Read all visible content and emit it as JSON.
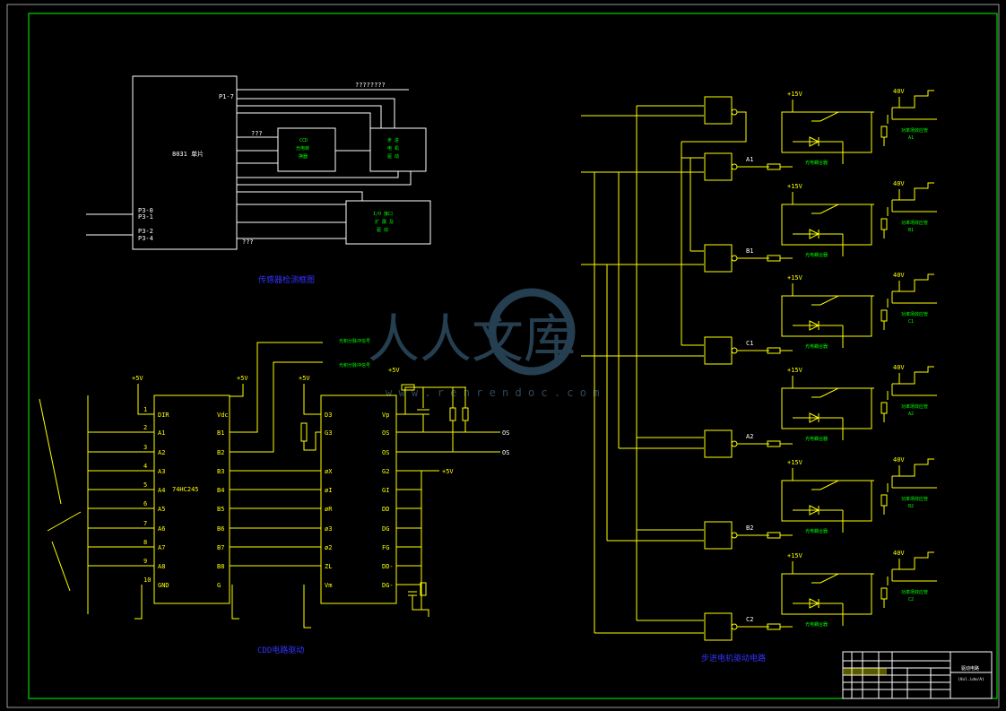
{
  "frame": {
    "border_color": "#00ff00",
    "background": "#000000"
  },
  "block_diagram": {
    "mcu_label": "8031 单片",
    "port_top": "P1-7",
    "port_p30": "P3-0",
    "port_p31": "P3-1",
    "port_p32": "P3-2",
    "port_p34": "P3-4",
    "line_label_top": "????????",
    "line_label_mid": "???",
    "line_label_bot": "???",
    "ccd_box": [
      "CCD",
      "光电转",
      "换器"
    ],
    "stepper_box": [
      "步  进",
      "电  机",
      "驱  动"
    ],
    "io_box": [
      "I/O  接口",
      "扩 展 及",
      "驱  动"
    ],
    "caption": "传感器检测框图"
  },
  "ccd_driver": {
    "plus5v": "+5V",
    "chip1_name": "74HC245",
    "chip1_pins_left": [
      "DIR",
      "A1",
      "A2",
      "A3",
      "A4",
      "A5",
      "A6",
      "A7",
      "A8",
      "GND"
    ],
    "chip1_pins_right": [
      "Vdc",
      "B1",
      "B2",
      "B3",
      "B4",
      "B5",
      "B6",
      "B7",
      "B8",
      "G"
    ],
    "pin_numbers": [
      "1",
      "2",
      "3",
      "4",
      "5",
      "6",
      "7",
      "8",
      "9",
      "10"
    ],
    "chip2_pins_left": [
      "D3",
      "G3",
      "øX",
      "øI",
      "øR",
      "ø3",
      "ø2",
      "ZL",
      "Vm"
    ],
    "chip2_pins_right": [
      "Vp",
      "OS",
      "OS",
      "G2",
      "GI",
      "DD",
      "DG",
      "FG",
      "DD-",
      "DG-"
    ],
    "out_labels": [
      "OS",
      "OS"
    ],
    "signal1": "光积分脉冲信号",
    "signal2": "光积分脉冲信号",
    "caption": "CDD电路驱动"
  },
  "stepper": {
    "gate_labels": [
      "A1",
      "B1",
      "C1",
      "A2",
      "B2",
      "C2"
    ],
    "supply_15v": "+15V",
    "supply_40v": "40V",
    "opto_label": "光电耦合器",
    "mos_label": "功率场效应管",
    "phase_labels": [
      "A1",
      "B1",
      "C1",
      "A2",
      "B2",
      "C2"
    ],
    "caption": "步进电机驱动电路"
  },
  "watermark": {
    "cn": "人人文库",
    "url": "w w w . r e n r e n d o c . c o m"
  },
  "title_block": {
    "title": "驱动电路",
    "sub": "(Vol.ide/A)"
  }
}
